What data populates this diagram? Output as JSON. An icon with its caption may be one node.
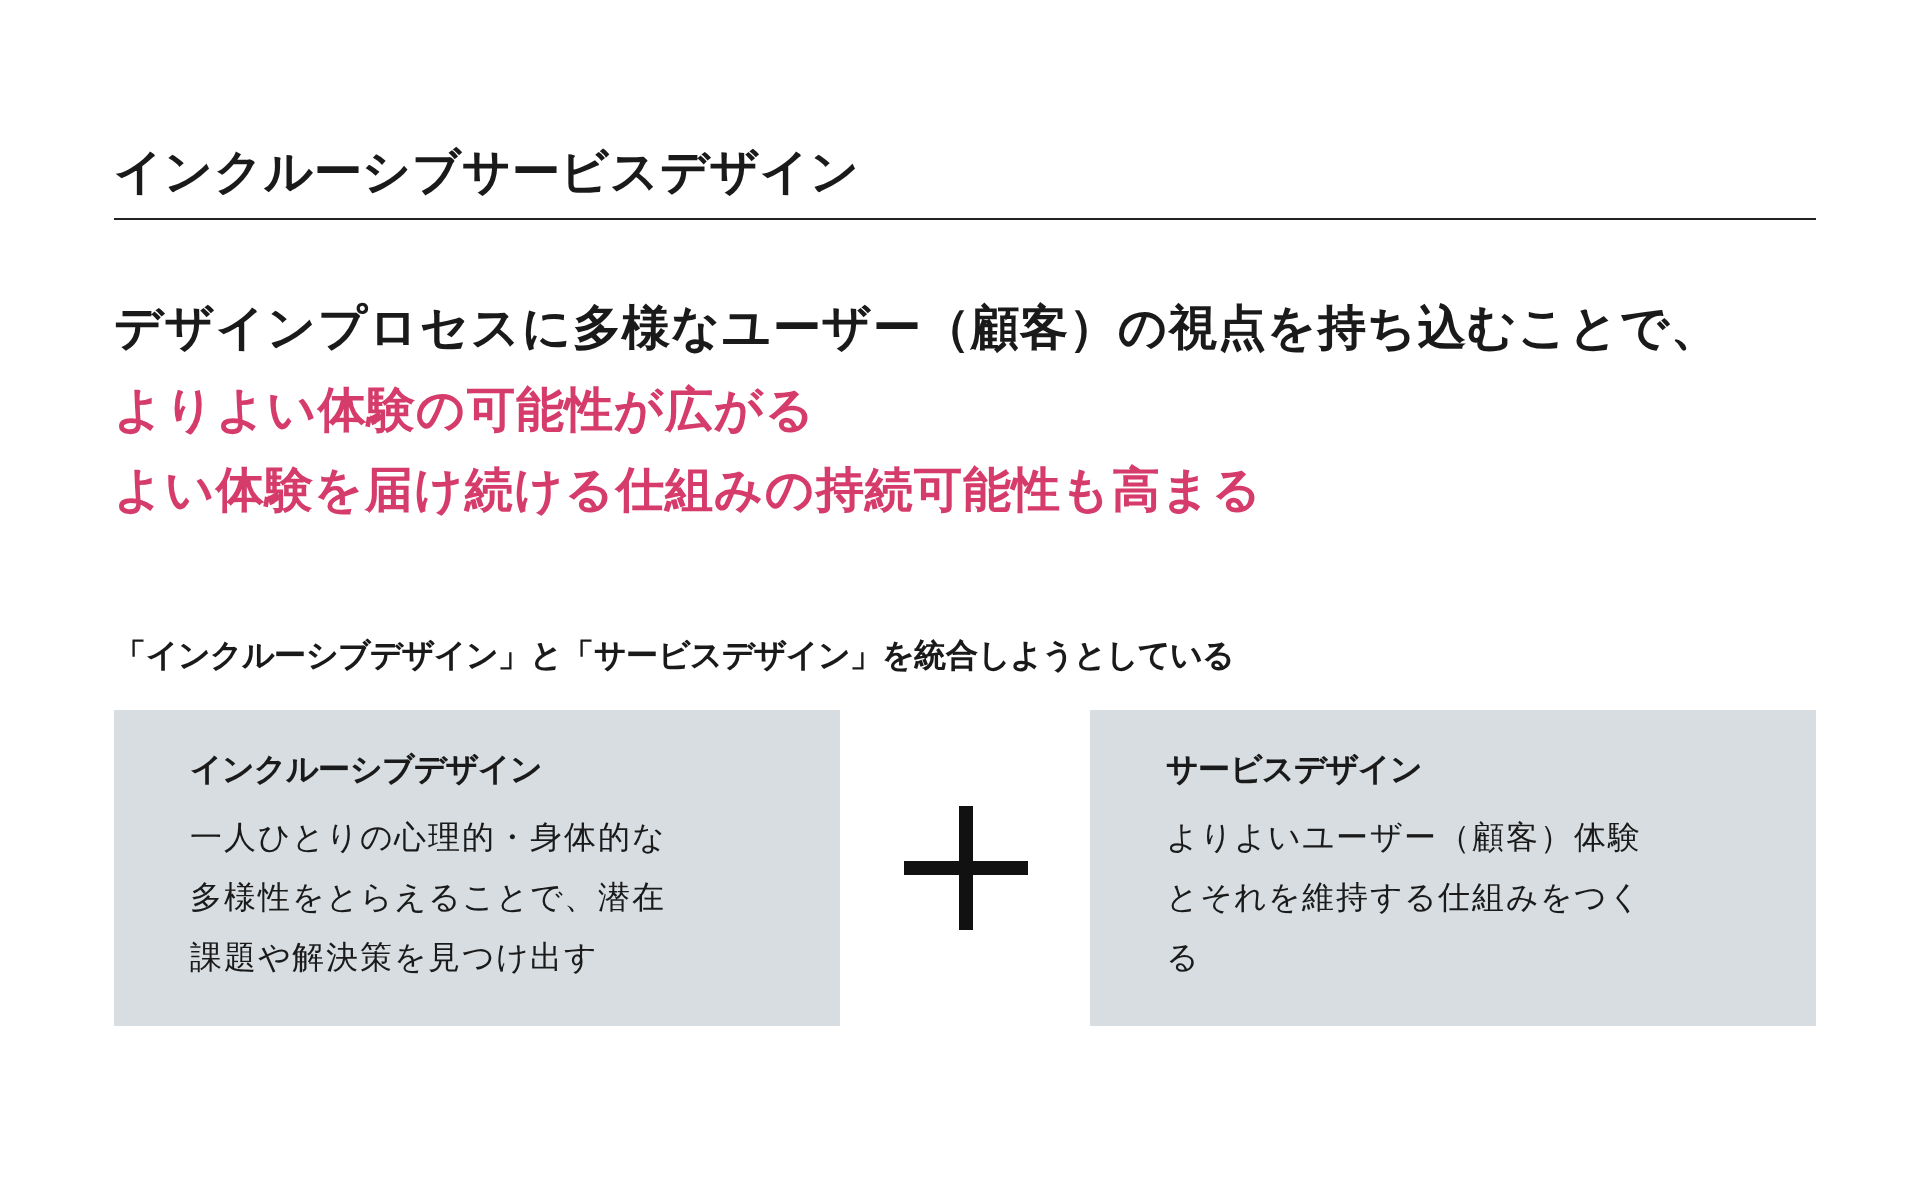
{
  "diagram": {
    "title": "インクルーシブサービスデザイン",
    "nodes": [
      {
        "text": [
          "インクルーシブデザイン",
          "一人ひとりの心理的・身体的な多様性をとらえることで、潜在課題や解決策を見つけ出す"
        ]
      },
      {
        "text": [
          "サービスデザイン",
          "よりよいユーザー（顧客）体験とそれを維持する仕組みをつくる"
        ]
      }
    ],
    "edges": [],
    "labels": [
      "デザインプロセスに多様なユーザー（顧客）の視点を持ち込むことで、",
      "よりよい体験の可能性が広がる",
      "よい体験を届け続ける仕組みの持続可能性も高まる",
      "「インクルーシブデザイン」と「サービスデザイン」を統合しようとしている"
    ]
  }
}
